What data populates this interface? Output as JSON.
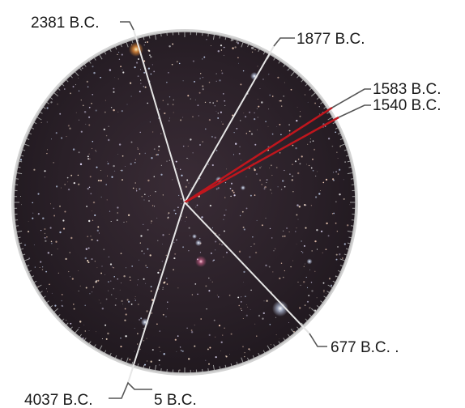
{
  "diagram": {
    "background_color": "#ffffff",
    "sky_color": "#2a2028",
    "ring_color": "#c8c8c8",
    "pointer_color_white": "#e6e6e6",
    "pointer_color_red": "#c0161d",
    "labels": {
      "bc_2381": "2381 B.C.",
      "bc_1877": "1877 B.C.",
      "bc_1583": "1583 B.C.",
      "bc_1540": "1540 B.C.",
      "bc_677": "677 B.C. .",
      "bc_4037": "4037 B.C.",
      "bc_5": "5 B.C."
    }
  }
}
